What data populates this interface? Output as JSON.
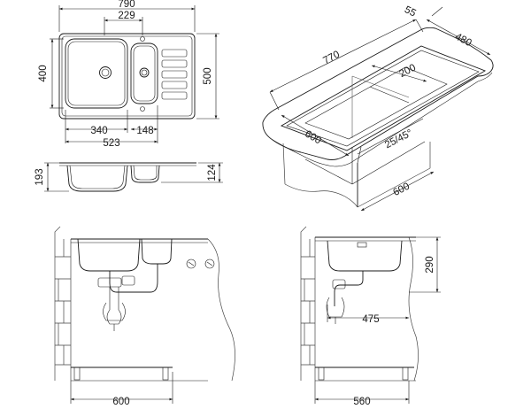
{
  "diagram": {
    "top_view": {
      "overall_width": "790",
      "bowl_spacing": "229",
      "overall_depth": "500",
      "bowl_depth": "400",
      "main_bowl_width": "340",
      "small_bowl_width": "148",
      "bowls_total_width": "523"
    },
    "side_view": {
      "main_bowl_height": "193",
      "small_bowl_height": "124"
    },
    "iso_view": {
      "length": "770",
      "edge_offset": "55",
      "depth": "480",
      "small_bowl": "200",
      "front_cabinet": "600",
      "side_cabinet": "600",
      "corner_radius": "25/45°"
    },
    "front_install": {
      "cabinet_width": "600"
    },
    "side_install": {
      "cabinet_depth": "560",
      "drain_offset": "475",
      "sink_height": "290"
    }
  }
}
